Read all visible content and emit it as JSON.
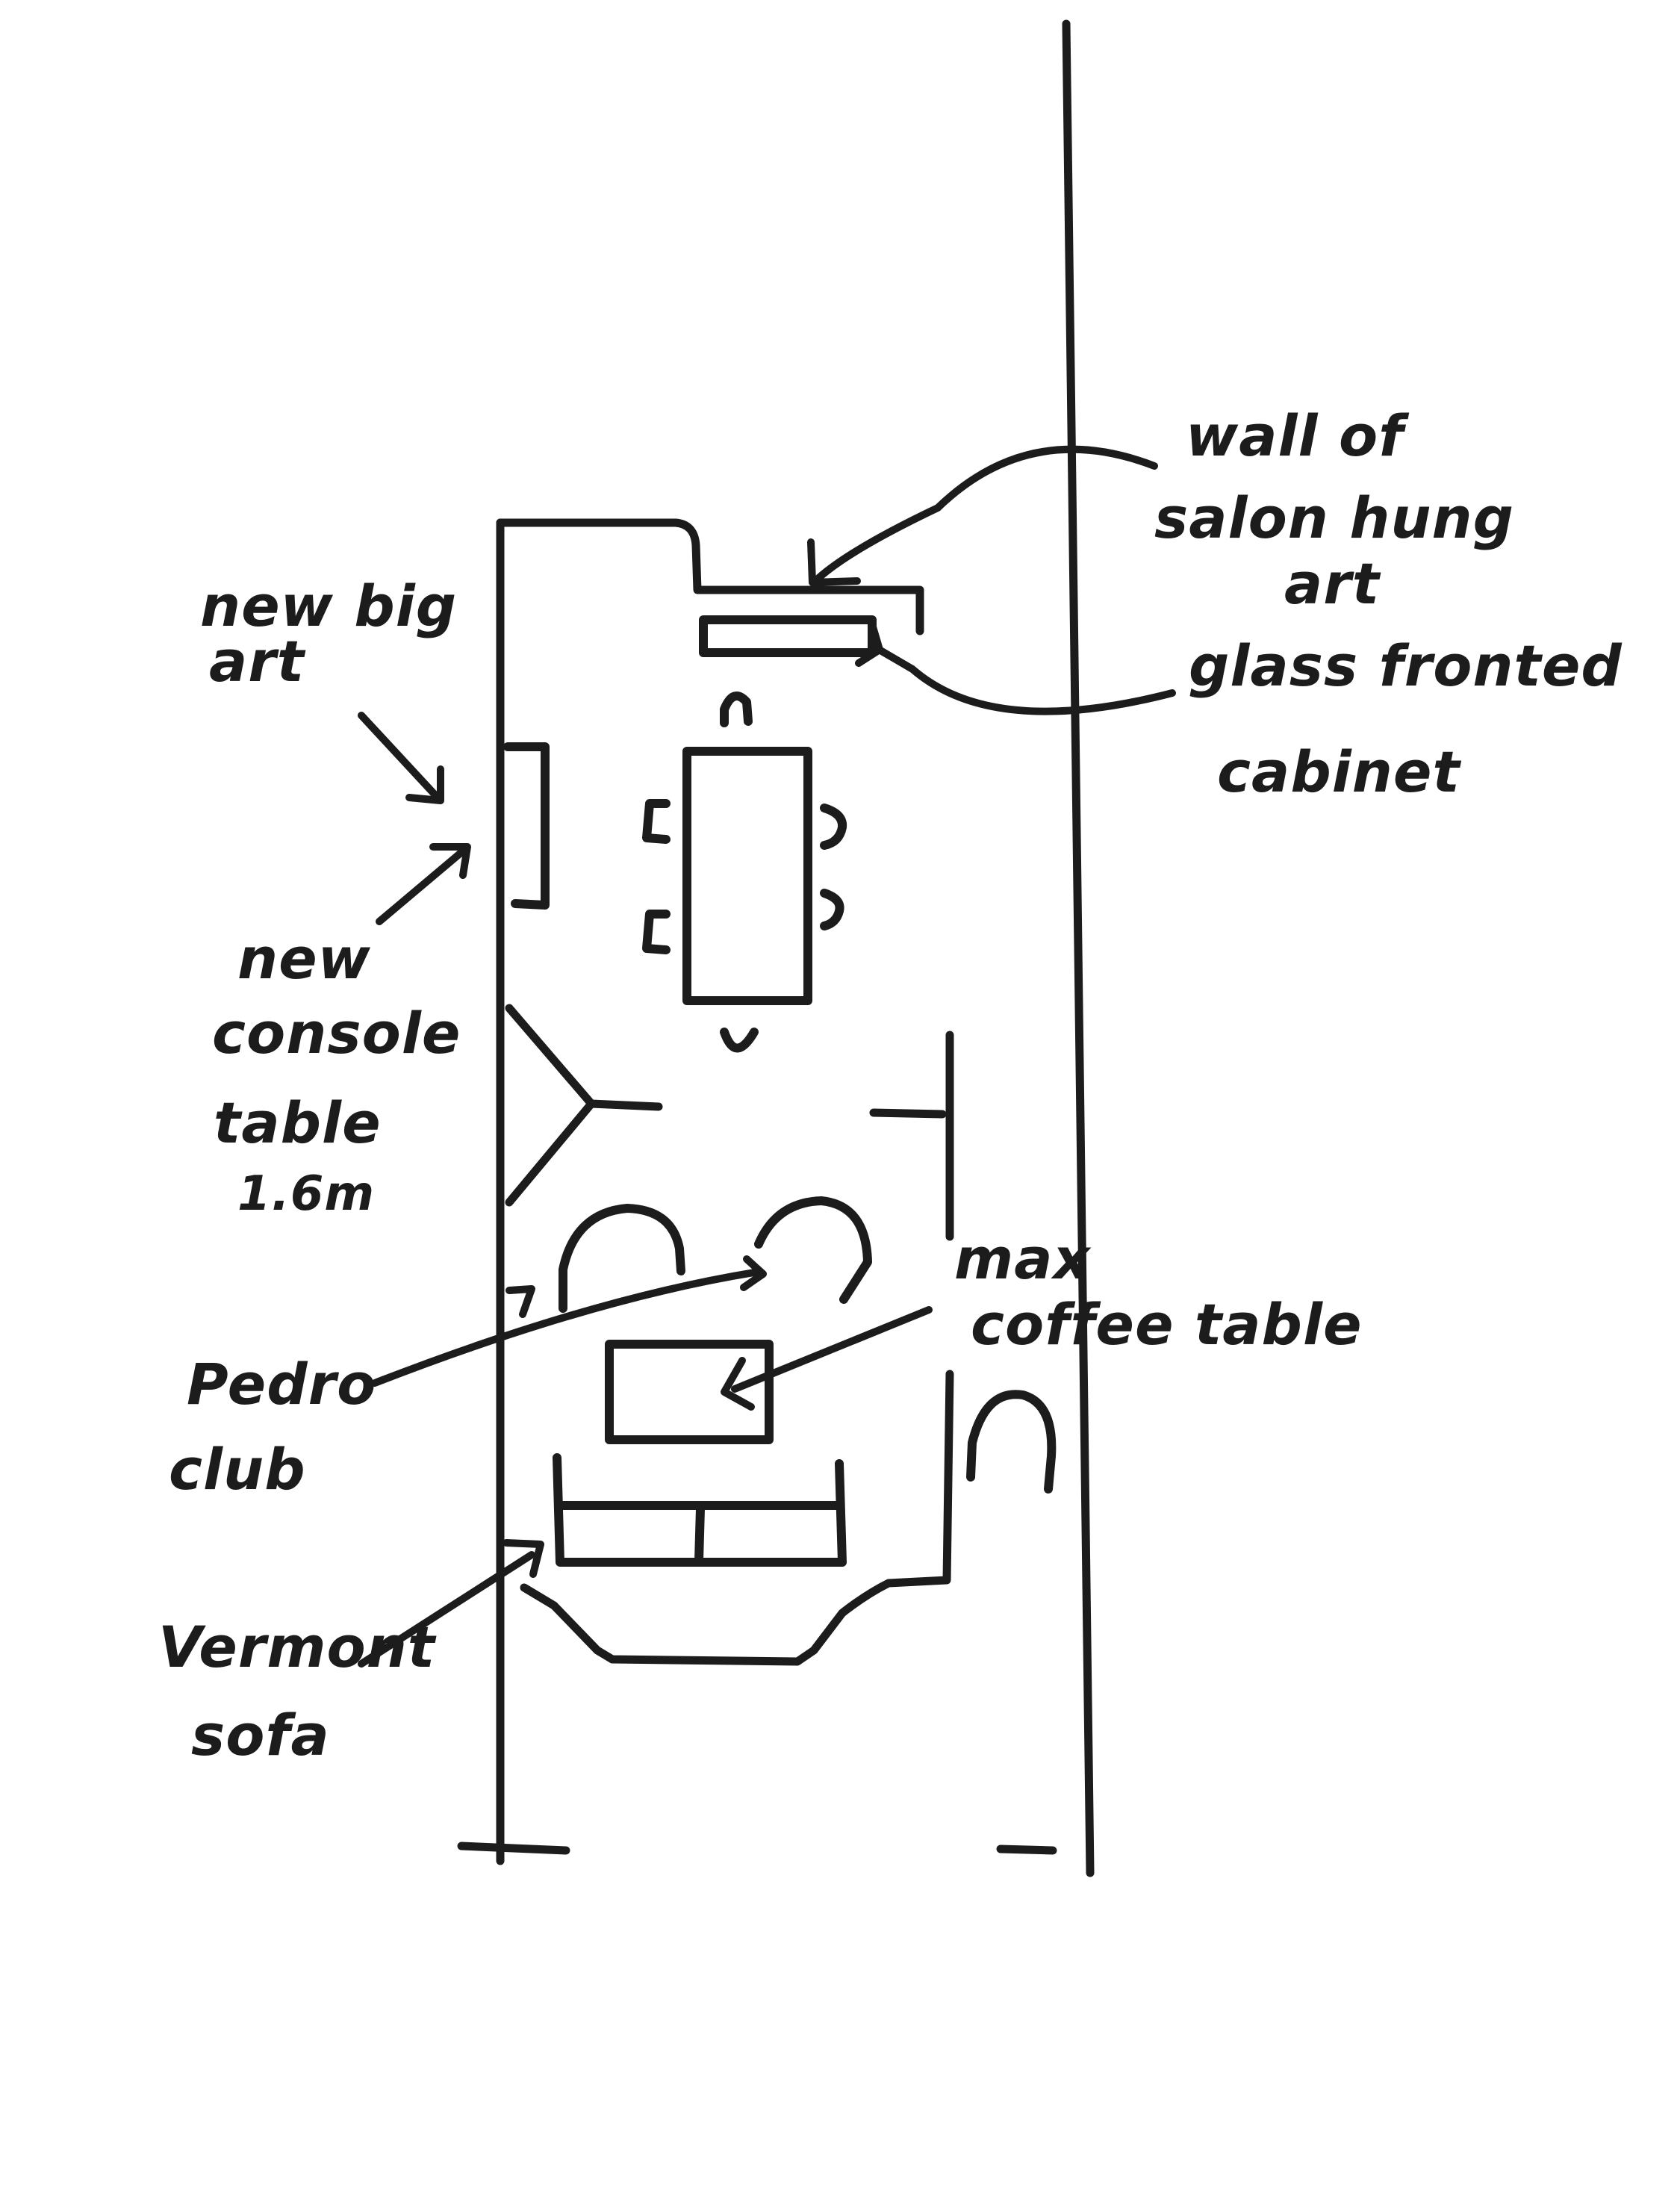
{
  "labels": {
    "new_big_art": [
      "new big",
      "art"
    ],
    "new_console_table": [
      "new",
      "console",
      "table",
      "1.6m"
    ],
    "pedro_club": [
      "Pedro",
      "club"
    ],
    "vermont_sofa": [
      "Vermont",
      "sofa"
    ],
    "wall_of_salon_hung_art": [
      "wall of",
      "salon hung",
      "art"
    ],
    "glass_fronted_cabinet": [
      "glass fronted",
      "cabinet"
    ],
    "max_coffee_table": [
      "max",
      "coffee table"
    ]
  },
  "colors": {
    "ink": "#1c1c1c",
    "paper": "#ffffff"
  }
}
